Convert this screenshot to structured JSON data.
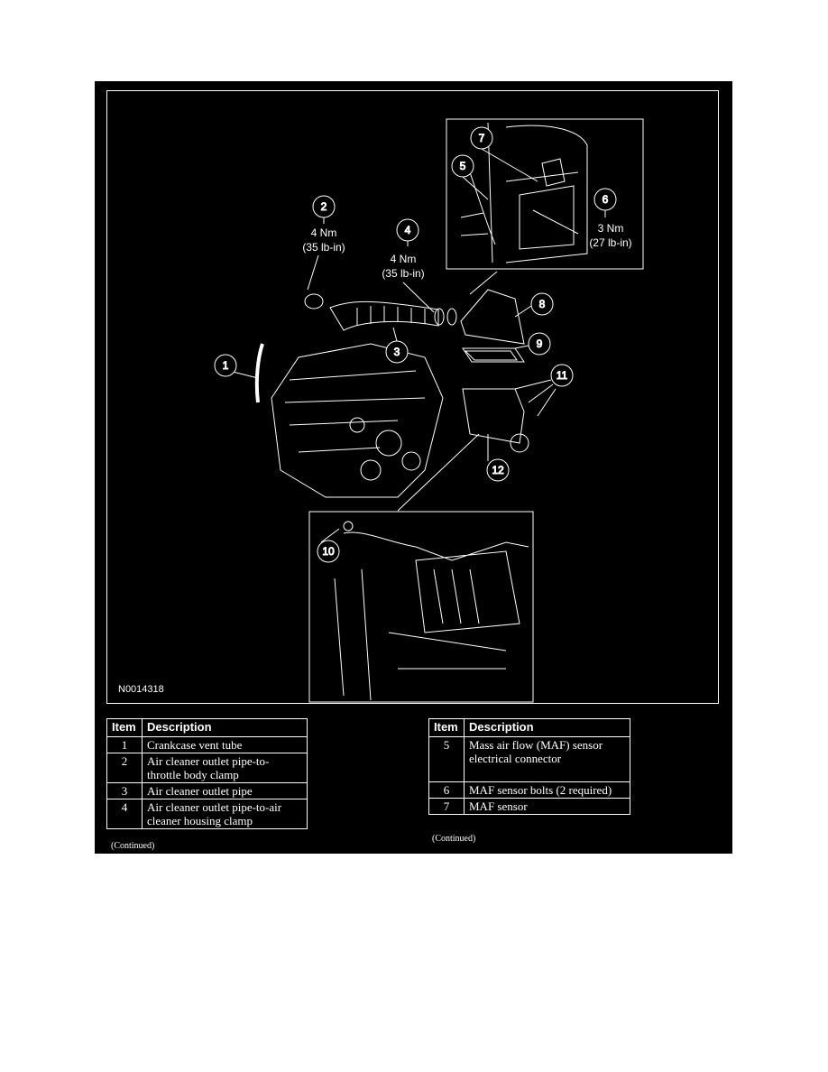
{
  "figure": {
    "code": "N0014318",
    "callouts": [
      "1",
      "2",
      "3",
      "4",
      "5",
      "6",
      "7",
      "8",
      "9",
      "10",
      "11",
      "12"
    ],
    "torques": [
      {
        "item": "2",
        "nm": "4 Nm",
        "lbin": "(35 lb-in)"
      },
      {
        "item": "4",
        "nm": "4 Nm",
        "lbin": "(35 lb-in)"
      },
      {
        "item": "6",
        "nm": "3 Nm",
        "lbin": "(27 lb-in)"
      }
    ]
  },
  "tables": {
    "left": {
      "headers": [
        "Item",
        "Description"
      ],
      "rows": [
        {
          "item": "1",
          "desc": "Crankcase vent tube"
        },
        {
          "item": "2",
          "desc": "Air cleaner outlet pipe-to-throttle body clamp"
        },
        {
          "item": "3",
          "desc": "Air cleaner outlet pipe"
        },
        {
          "item": "4",
          "desc": "Air cleaner outlet pipe-to-air cleaner housing clamp"
        }
      ],
      "continued": "(Continued)"
    },
    "right": {
      "headers": [
        "Item",
        "Description"
      ],
      "rows": [
        {
          "item": "5",
          "desc": "Mass air flow (MAF) sensor electrical connector"
        },
        {
          "item": "6",
          "desc": "MAF sensor bolts (2 required)"
        },
        {
          "item": "7",
          "desc": "MAF sensor"
        }
      ],
      "continued": "(Continued)"
    }
  }
}
